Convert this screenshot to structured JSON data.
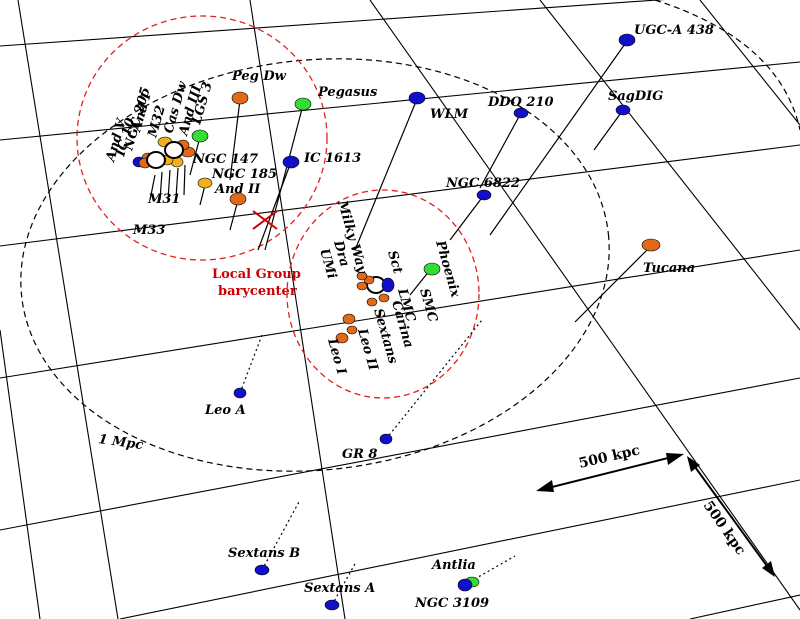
{
  "colors": {
    "blue": "#1010c8",
    "orange": "#e06a1a",
    "green": "#33dd33",
    "yellow": "#f0b020",
    "white": "#ffffff",
    "circle_red": "#dd2222",
    "barycenter": "#cc0000"
  },
  "labels": {
    "peg_dw": "Peg Dw",
    "pegasus": "Pegasus",
    "wlm": "WLM",
    "ddo210": "DDO 210",
    "sagdig": "SagDIG",
    "ugca438": "UGC-A 438",
    "ngc6822": "NGC 6822",
    "ic1613": "IC 1613",
    "ngc147": "NGC 147",
    "ngc185": "NGC 185",
    "and2": "And II",
    "m31": "M31",
    "m33": "M33",
    "lgs3": "LGS 3",
    "and3": "And III",
    "casdw": "Cas Dw",
    "m32": "M32",
    "and1": "And I",
    "ngc205": "NGC 205",
    "ic10": "IC 10",
    "and5": "And V",
    "milkyway": "Milky Way",
    "dra": "Dra",
    "umi": "UMi",
    "sct": "Sct",
    "phoenix": "Phoenix",
    "smc": "SMC",
    "lmc": "LMC",
    "carina": "Carina",
    "sextans": "Sextans",
    "leo2": "Leo II",
    "leo1": "Leo I",
    "tucana": "Tucana",
    "leoa": "Leo A",
    "gr8": "GR 8",
    "sextansb": "Sextans B",
    "sextansa": "Sextans A",
    "antlia": "Antlia",
    "ngc3109": "NGC 3109",
    "one_mpc": "1 Mpc",
    "barycenter_line1": "Local Group",
    "barycenter_line2": "barycenter",
    "scale_h": "500 kpc",
    "scale_v": "500 kpc"
  }
}
